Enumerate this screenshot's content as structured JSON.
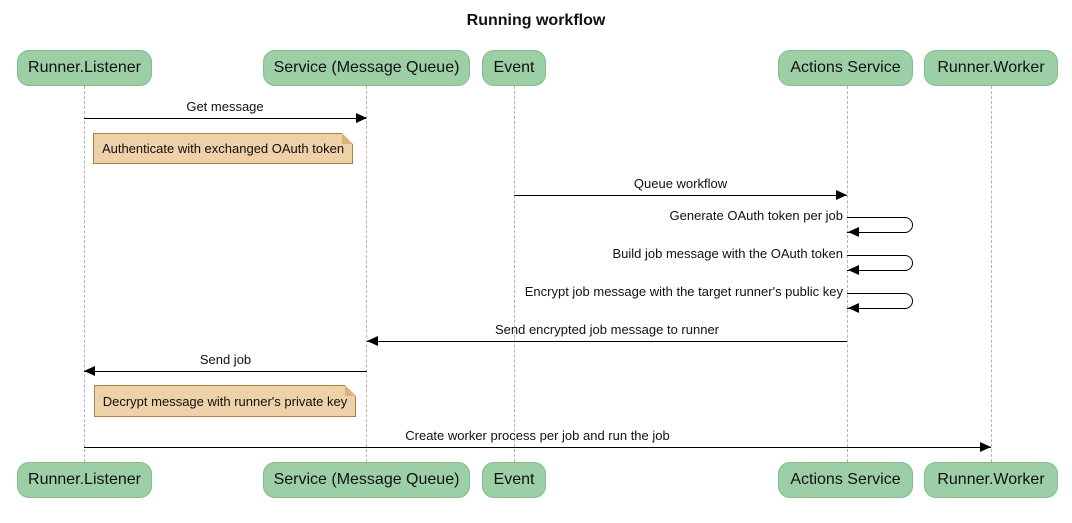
{
  "title": "Running workflow",
  "actors": [
    {
      "label": "Runner.Listener"
    },
    {
      "label": "Service (Message Queue)"
    },
    {
      "label": "Event"
    },
    {
      "label": "Actions Service"
    },
    {
      "label": "Runner.Worker"
    }
  ],
  "messages": [
    {
      "label": "Get message",
      "from": "Runner.Listener",
      "to": "Service (Message Queue)",
      "kind": "solid-arrow"
    },
    {
      "label": "Queue workflow",
      "from": "Event",
      "to": "Actions Service",
      "kind": "solid-arrow"
    },
    {
      "label": "Generate OAuth token per job",
      "from": "Actions Service",
      "to": "Actions Service",
      "kind": "self"
    },
    {
      "label": "Build job message with the OAuth token",
      "from": "Actions Service",
      "to": "Actions Service",
      "kind": "self"
    },
    {
      "label": "Encrypt job message with the target runner's public key",
      "from": "Actions Service",
      "to": "Actions Service",
      "kind": "self"
    },
    {
      "label": "Send encrypted job message to runner",
      "from": "Actions Service",
      "to": "Service (Message Queue)",
      "kind": "solid-arrow"
    },
    {
      "label": "Send job",
      "from": "Service (Message Queue)",
      "to": "Runner.Listener",
      "kind": "solid-arrow"
    },
    {
      "label": "Create worker process per job and run the job",
      "from": "Runner.Listener",
      "to": "Runner.Worker",
      "kind": "solid-arrow"
    }
  ],
  "notes": [
    {
      "label": "Authenticate with exchanged OAuth token",
      "anchor": "Runner.Listener"
    },
    {
      "label": "Decrypt message with runner's private key",
      "anchor": "Runner.Listener"
    }
  ],
  "colors": {
    "actor_fill": "#9dcfa6",
    "actor_border": "#82bb8e",
    "note_fill": "#eed0a9",
    "note_border": "#aa8142",
    "lifeline": "#b3b3b3",
    "arrow": "#000000"
  }
}
